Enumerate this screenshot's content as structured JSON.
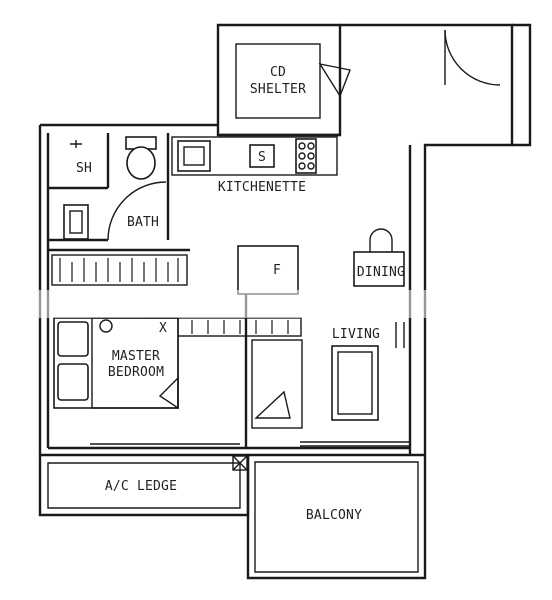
{
  "plan": {
    "rooms": {
      "cd_shelter": {
        "line1": "CD",
        "line2": "SHELTER"
      },
      "shower": "SH",
      "bath": "BATH",
      "kitchenette": "KITCHENETTE",
      "sink_symbol": "S",
      "fridge_symbol": "F",
      "dining": "DINING",
      "living": "LIVING",
      "master_bedroom": {
        "line1": "MASTER",
        "line2": "BEDROOM"
      },
      "wardrobe_label": "X",
      "ac_ledge": "A/C LEDGE",
      "balcony": "BALCONY"
    }
  },
  "colors": {
    "ink": "#1a1a1a",
    "background": "#ffffff"
  }
}
